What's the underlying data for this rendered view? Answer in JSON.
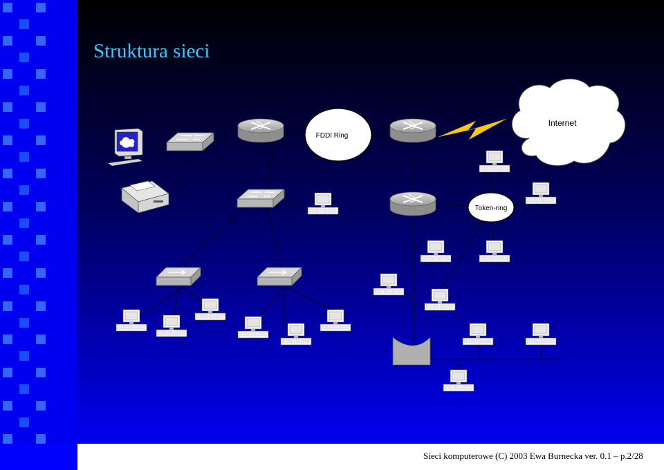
{
  "slide": {
    "title": "Struktura sieci",
    "footer": "Sieci komputerowe (C) 2003 Ewa Burnecka ver. 0.1 – p.2/28"
  },
  "diagram": {
    "fddi_label": "FDDI Ring",
    "token_ring_label": "Token-ring",
    "internet_label": "Internet"
  },
  "colors": {
    "title": "#33ccff",
    "background_top": "#000000",
    "background_bottom": "#0000ff",
    "lightning": "#ffcc00"
  }
}
